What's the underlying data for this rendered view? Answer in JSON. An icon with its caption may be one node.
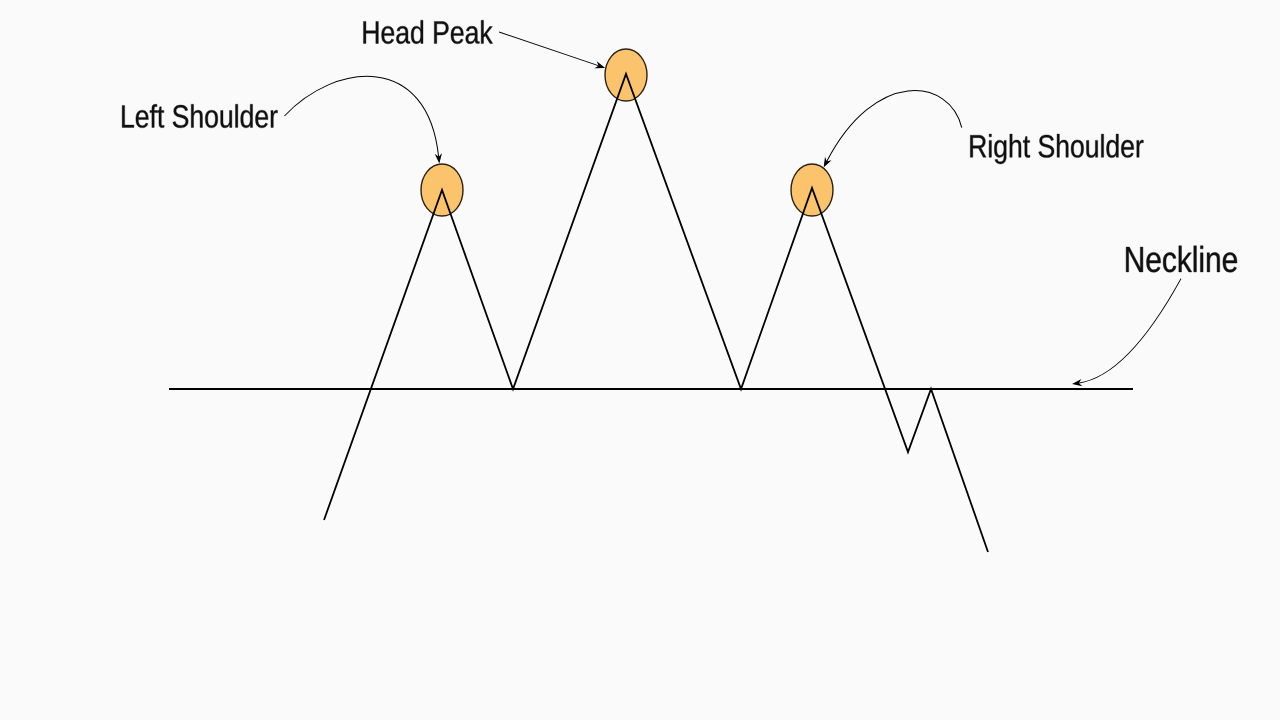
{
  "diagram": {
    "nodes": [
      {
        "text": [
          "Left Shoulder"
        ]
      },
      {
        "text": [
          "Head Peak"
        ]
      },
      {
        "text": [
          "Right Shoulder"
        ]
      },
      {
        "text": [
          "Neckline"
        ]
      },
      {
        "text": [],
        "shape": "circle"
      },
      {
        "text": [],
        "shape": "circle"
      },
      {
        "text": [],
        "shape": "circle"
      }
    ],
    "edges": [
      {
        "from": 0,
        "to": 4,
        "arrow": "to"
      },
      {
        "from": 1,
        "to": 5,
        "arrow": "to"
      },
      {
        "from": 2,
        "to": 6,
        "arrow": "to"
      },
      {
        "from": 3,
        "to": null,
        "arrow": "to"
      }
    ]
  }
}
